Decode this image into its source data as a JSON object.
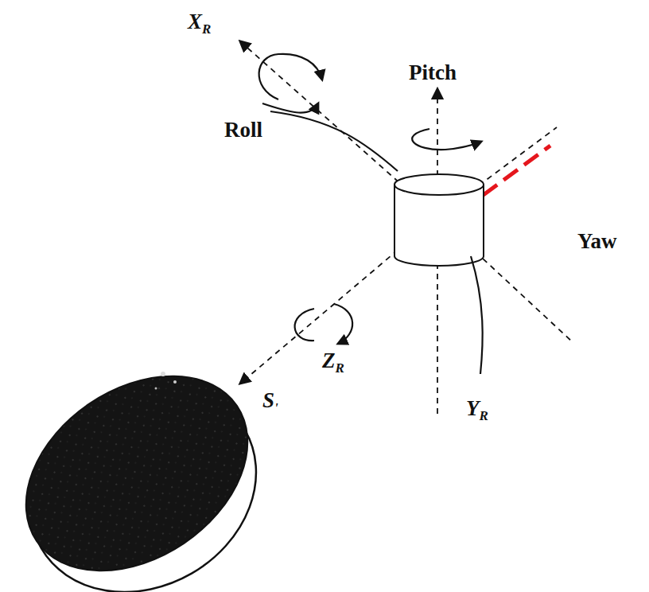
{
  "diagram": {
    "labels": [
      "XR",
      "Roll",
      "Pitch",
      "Yaw",
      "ZR",
      "S'",
      "YR"
    ]
  }
}
